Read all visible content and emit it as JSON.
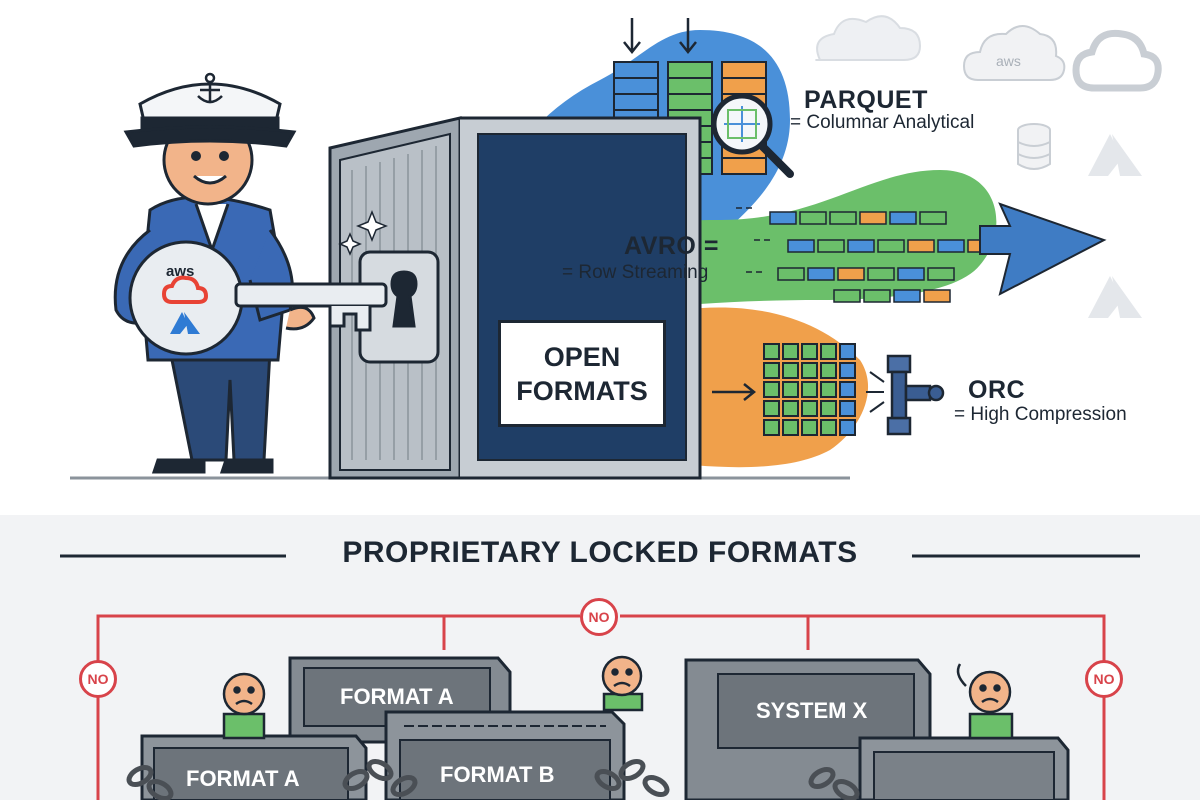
{
  "top": {
    "formats": [
      {
        "name": "PARQUET",
        "desc": "= Columnar Analytical"
      },
      {
        "name": "AVRO =",
        "desc": "= Row Streaming"
      },
      {
        "name": "ORC",
        "desc": "= High Compression"
      }
    ],
    "open_box": {
      "line1": "OPEN",
      "line2": "FORMATS"
    },
    "key_logos": {
      "aws": "aws"
    },
    "cloud_icons": {
      "aws": "aws"
    }
  },
  "bottom": {
    "title": "PROPRIETARY LOCKED FORMATS",
    "no_badges": [
      "NO",
      "NO",
      "NO"
    ],
    "boxes": [
      {
        "label": "FORMAT A"
      },
      {
        "label": "FORMAT B"
      },
      {
        "label": "SYSTEM X"
      },
      {
        "label": "FORMAT A"
      }
    ]
  },
  "colors": {
    "ink": "#1d2733",
    "blue": "#4a90d9",
    "green": "#6bbf6a",
    "orange": "#f0a04b",
    "red": "#d8434a",
    "server_gray": "#7b8289",
    "bottom_bg": "#f2f3f5"
  },
  "icons": [
    "captain-hat-icon",
    "key-icon",
    "vault-icon",
    "magnifier-icon",
    "arrow-right-icon",
    "compression-clamp-icon",
    "cloud-icon",
    "database-icon",
    "azure-icon",
    "chain-icon",
    "sad-face-icon"
  ]
}
